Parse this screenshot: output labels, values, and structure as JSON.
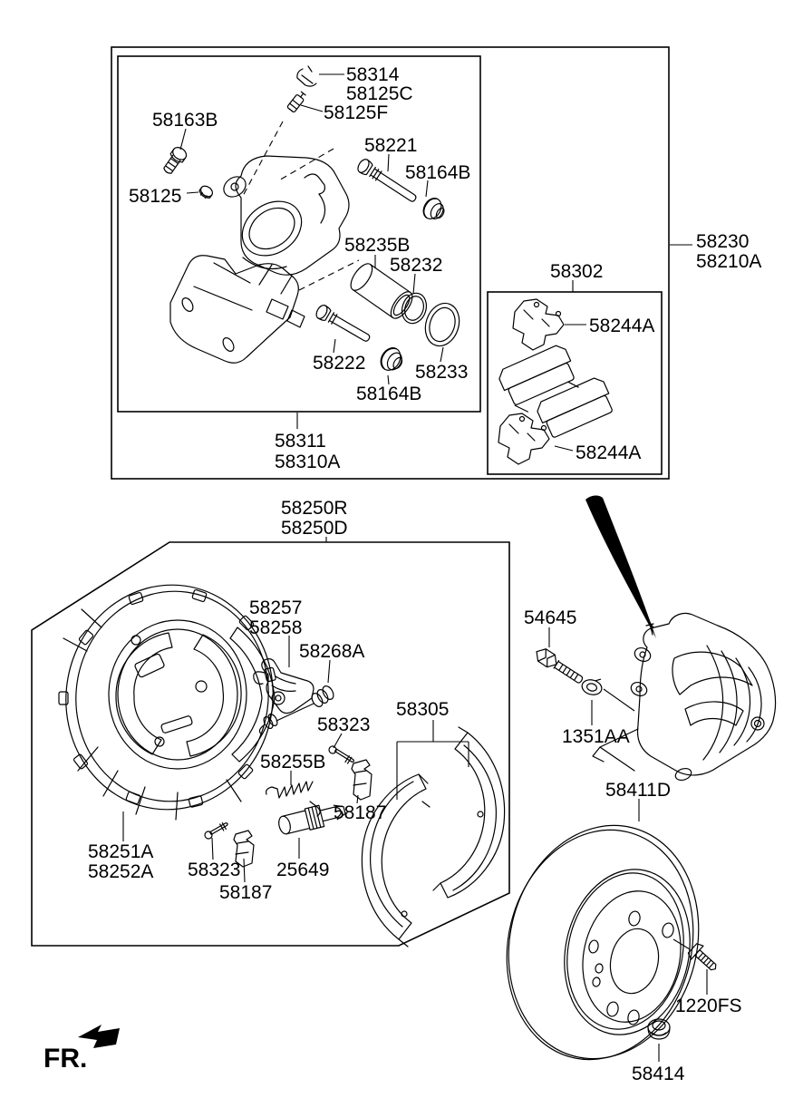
{
  "page": {
    "background": "#ffffff",
    "line_color": "#000000"
  },
  "front_indicator": {
    "label": "FR."
  },
  "caliper_section": {
    "assembly_codes": [
      "58230",
      "58210A"
    ],
    "carrier_codes": [
      "58311",
      "58310A"
    ],
    "parts": {
      "cap": "58314",
      "bleeder_kit": "58125C",
      "bleeder": "58125F",
      "bolt": "58163B",
      "nut": "58125",
      "guide_rod_upper": "58221",
      "boot_upper": "58164B",
      "piston": "58235B",
      "piston_seal": "58232",
      "guide_rod_lower": "58222",
      "boot_lower": "58164B",
      "piston_boot": "58233"
    },
    "pad_kit": {
      "code": "58302",
      "spring_upper": "58244A",
      "spring_lower": "58244A"
    }
  },
  "shoe_section": {
    "assembly_codes": [
      "58250R",
      "58250D"
    ],
    "backing_plate_codes": [
      "58251A",
      "58252A"
    ],
    "parts": {
      "lever_codes": [
        "58257",
        "58258"
      ],
      "adjuster_spring": "58268A",
      "pin_upper": "58323",
      "shoe_kit": "58305",
      "return_spring": "58255B",
      "clip_upper": "58187",
      "adjuster": "25649",
      "pin_lower": "58323",
      "clip_lower": "58187"
    }
  },
  "rotor_section": {
    "caliper_bolt": "54645",
    "washer": "1351AA",
    "rotor": "58411D",
    "set_screw": "1220FS",
    "cap": "58414"
  }
}
